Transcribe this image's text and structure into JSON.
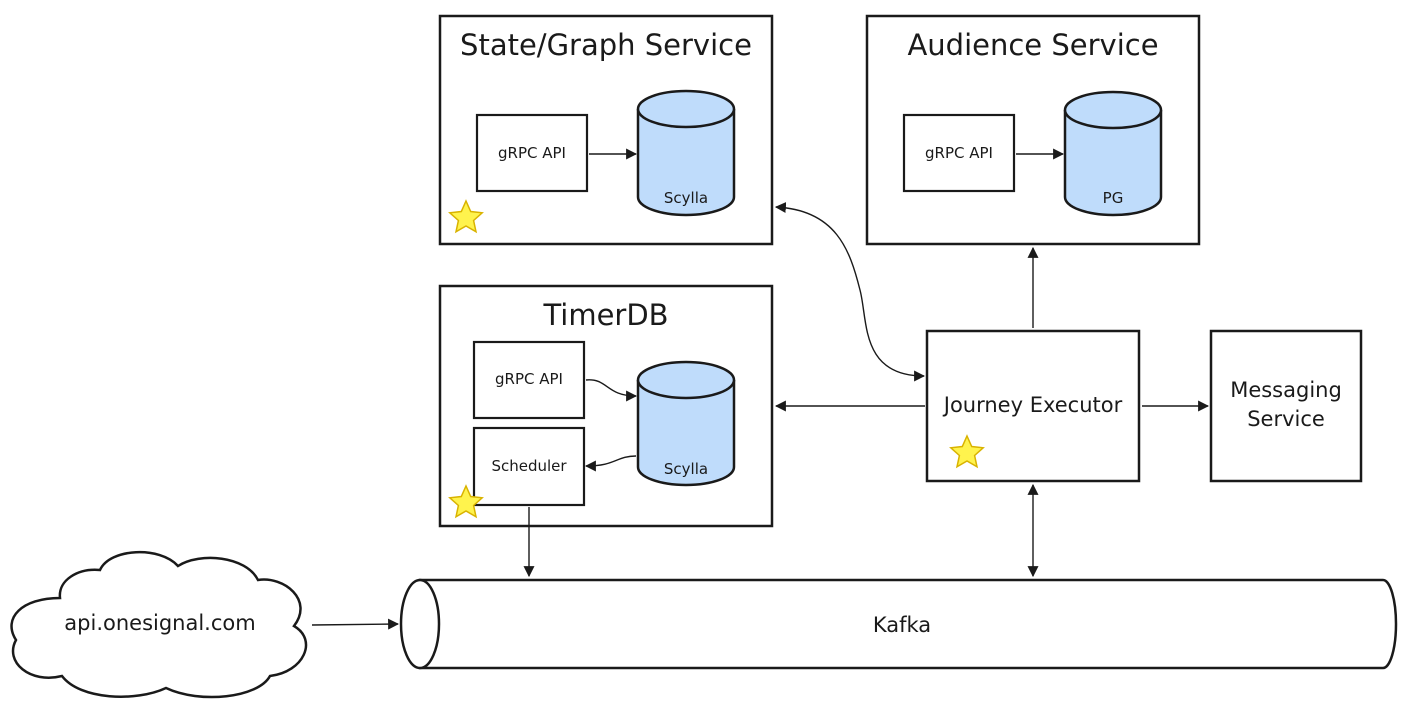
{
  "state_graph_service": {
    "title": "State/Graph Service",
    "api": "gRPC API",
    "db": "Scylla"
  },
  "audience_service": {
    "title": "Audience Service",
    "api": "gRPC API",
    "db": "PG"
  },
  "timer_db": {
    "title": "TimerDB",
    "api": "gRPC API",
    "scheduler": "Scheduler",
    "db": "Scylla"
  },
  "journey_executor": {
    "label": "Journey Executor"
  },
  "messaging_service": {
    "line1": "Messaging",
    "line2": "Service"
  },
  "api_cloud": {
    "label": "api.onesignal.com"
  },
  "kafka": {
    "label": "Kafka"
  },
  "colors": {
    "db_fill": "#bfdcfb",
    "star_fill": "#fff34d",
    "star_stroke": "#d9b300"
  },
  "icons": [
    "star-icon"
  ]
}
